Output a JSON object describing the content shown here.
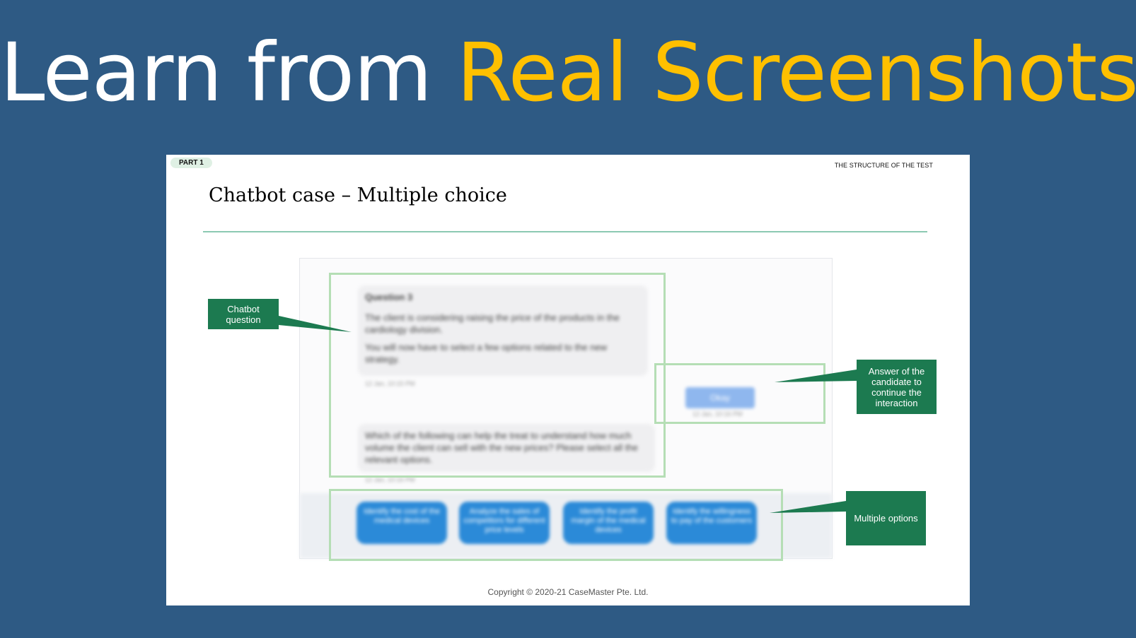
{
  "headline": {
    "part1": "Learn from ",
    "part2": "Real Screenshots",
    "accent_color": "#ffc000"
  },
  "slide": {
    "badge": "PART 1",
    "section": "THE STRUCTURE OF THE TEST",
    "title": "Chatbot case – Multiple choice",
    "copyright": "Copyright © 2020-21 CaseMaster Pte. Ltd."
  },
  "mockup": {
    "question_heading": "Question 3",
    "question_para1": "The client is considering raising the price of the products in the cardiology division.",
    "question_para2": "You will now have to select a few options related to the new strategy.",
    "time1": "12 Jan, 10:15 PM",
    "answer_chip": "Okay",
    "time_answer": "12 Jan, 10:16 PM",
    "prompt": "Which of the following can help the treat to understand how much volume the client can sell with the new prices? Please select all the relevant options.",
    "time2": "12 Jan, 10:16 PM",
    "options": [
      "Identify the cost of the medical devices",
      "Analyze the sales of competitors for different price levels",
      "Identify the profit margin of the medical devices",
      "Identify the willingness to pay of the customers"
    ]
  },
  "callouts": {
    "chatbot_question": "Chatbot question",
    "answer": "Answer of the candidate to continue the interaction",
    "multiple_options": "Multiple options",
    "color": "#1c7a50"
  }
}
